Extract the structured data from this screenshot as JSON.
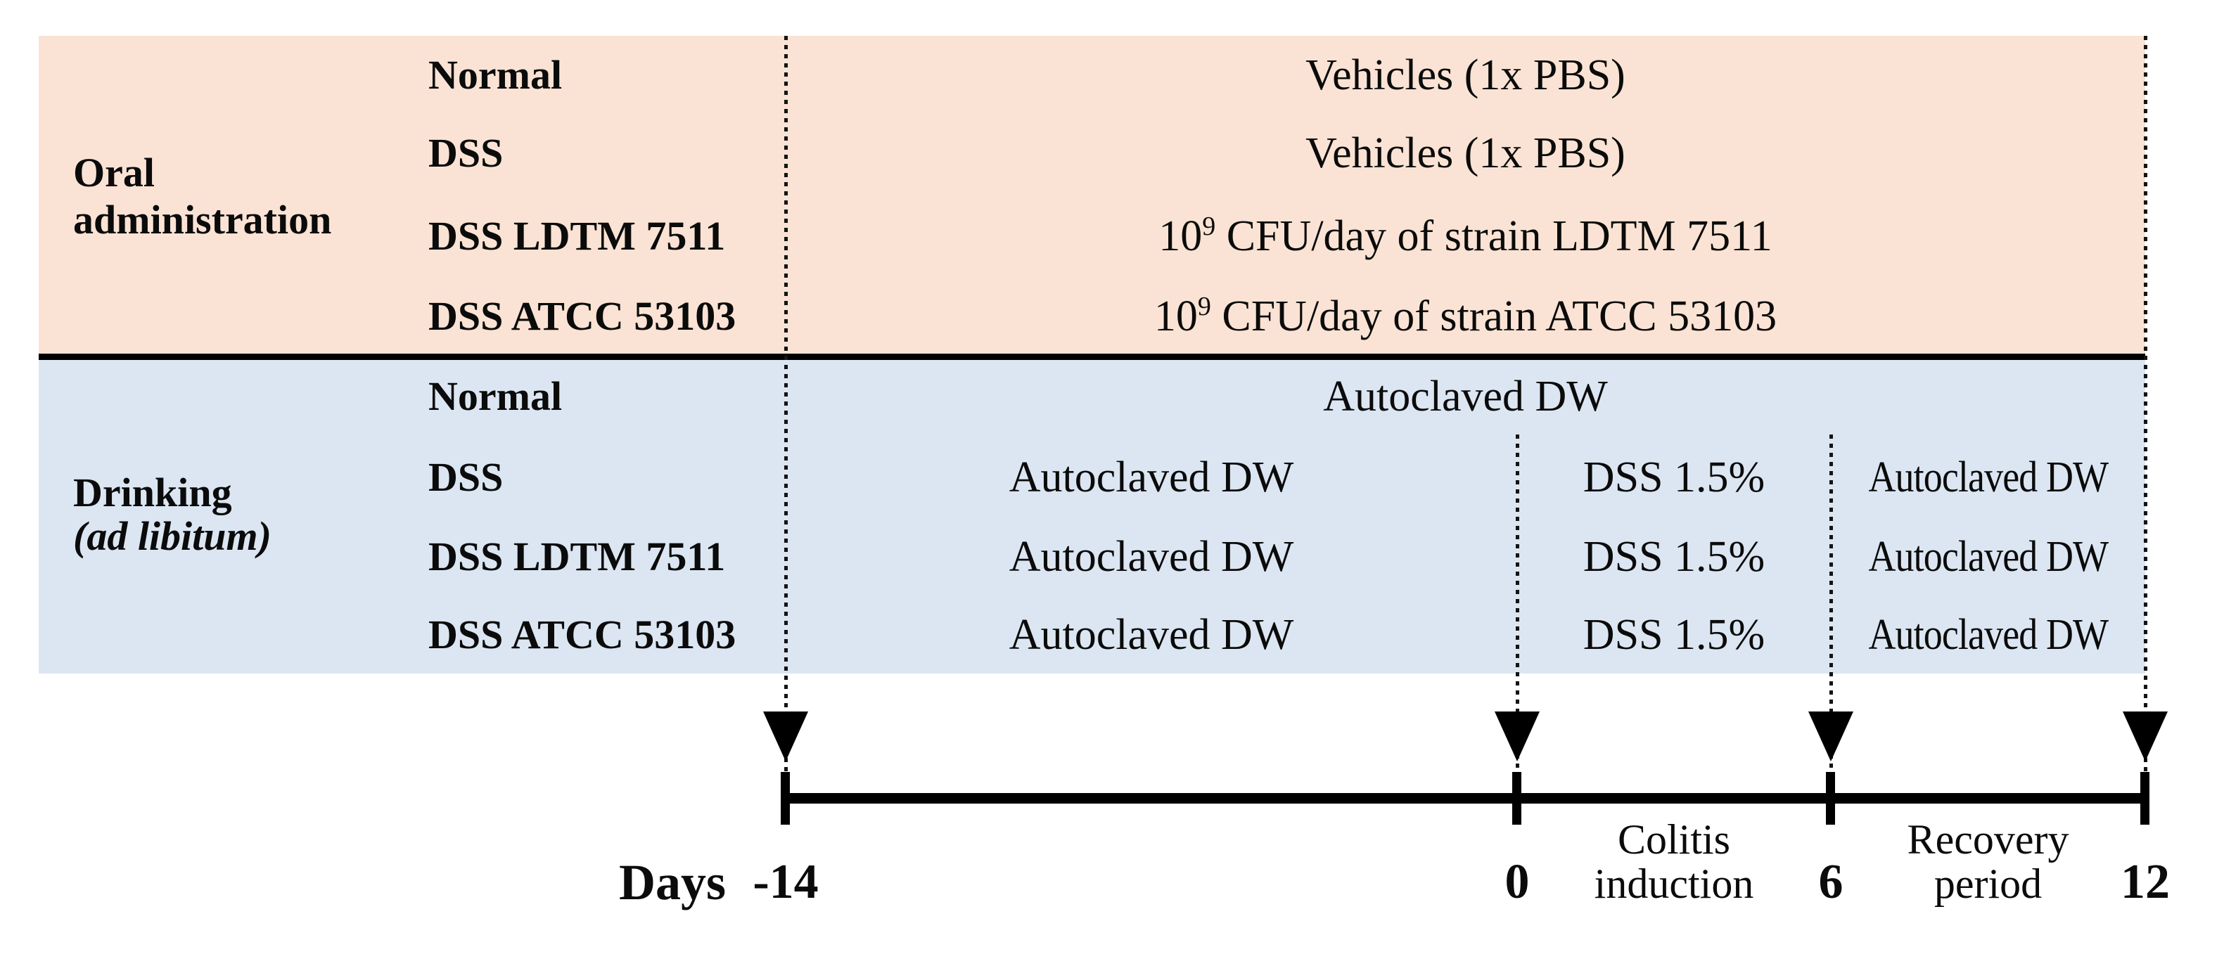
{
  "colors": {
    "oral_background": "#fae3d4",
    "drinking_background": "#dce6f2",
    "line_color": "#000000"
  },
  "oral": {
    "header_line1": "Oral",
    "header_line2": "administration",
    "rows": [
      {
        "group": "Normal",
        "t1": "Vehicles (1x PBS)",
        "sup": "",
        "t2": ""
      },
      {
        "group": "DSS",
        "t1": "Vehicles (1x PBS)",
        "sup": "",
        "t2": ""
      },
      {
        "group": "DSS LDTM 7511",
        "t1": "10",
        "sup": "9",
        "t2": " CFU/day of strain LDTM 7511"
      },
      {
        "group": "DSS ATCC 53103",
        "t1": "10",
        "sup": "9",
        "t2": " CFU/day of strain ATCC 53103"
      }
    ]
  },
  "drinking": {
    "header_line1": "Drinking",
    "header_line2": "(ad libitum)",
    "rows": [
      {
        "group": "Normal",
        "full": "Autoclaved DW"
      },
      {
        "group": "DSS",
        "pre": "Autoclaved DW",
        "induction": "DSS 1.5%",
        "recovery": "Autoclaved DW"
      },
      {
        "group": "DSS LDTM 7511",
        "pre": "Autoclaved DW",
        "induction": "DSS 1.5%",
        "recovery": "Autoclaved DW"
      },
      {
        "group": "DSS ATCC 53103",
        "pre": "Autoclaved DW",
        "induction": "DSS 1.5%",
        "recovery": "Autoclaved DW"
      }
    ]
  },
  "timeline": {
    "axis_label": "Days",
    "ticks": [
      {
        "day": "-14"
      },
      {
        "day": "0"
      },
      {
        "day": "6"
      },
      {
        "day": "12"
      }
    ],
    "phases": [
      {
        "line1": "Colitis",
        "line2": "induction"
      },
      {
        "line1": "Recovery",
        "line2": "period"
      }
    ]
  }
}
